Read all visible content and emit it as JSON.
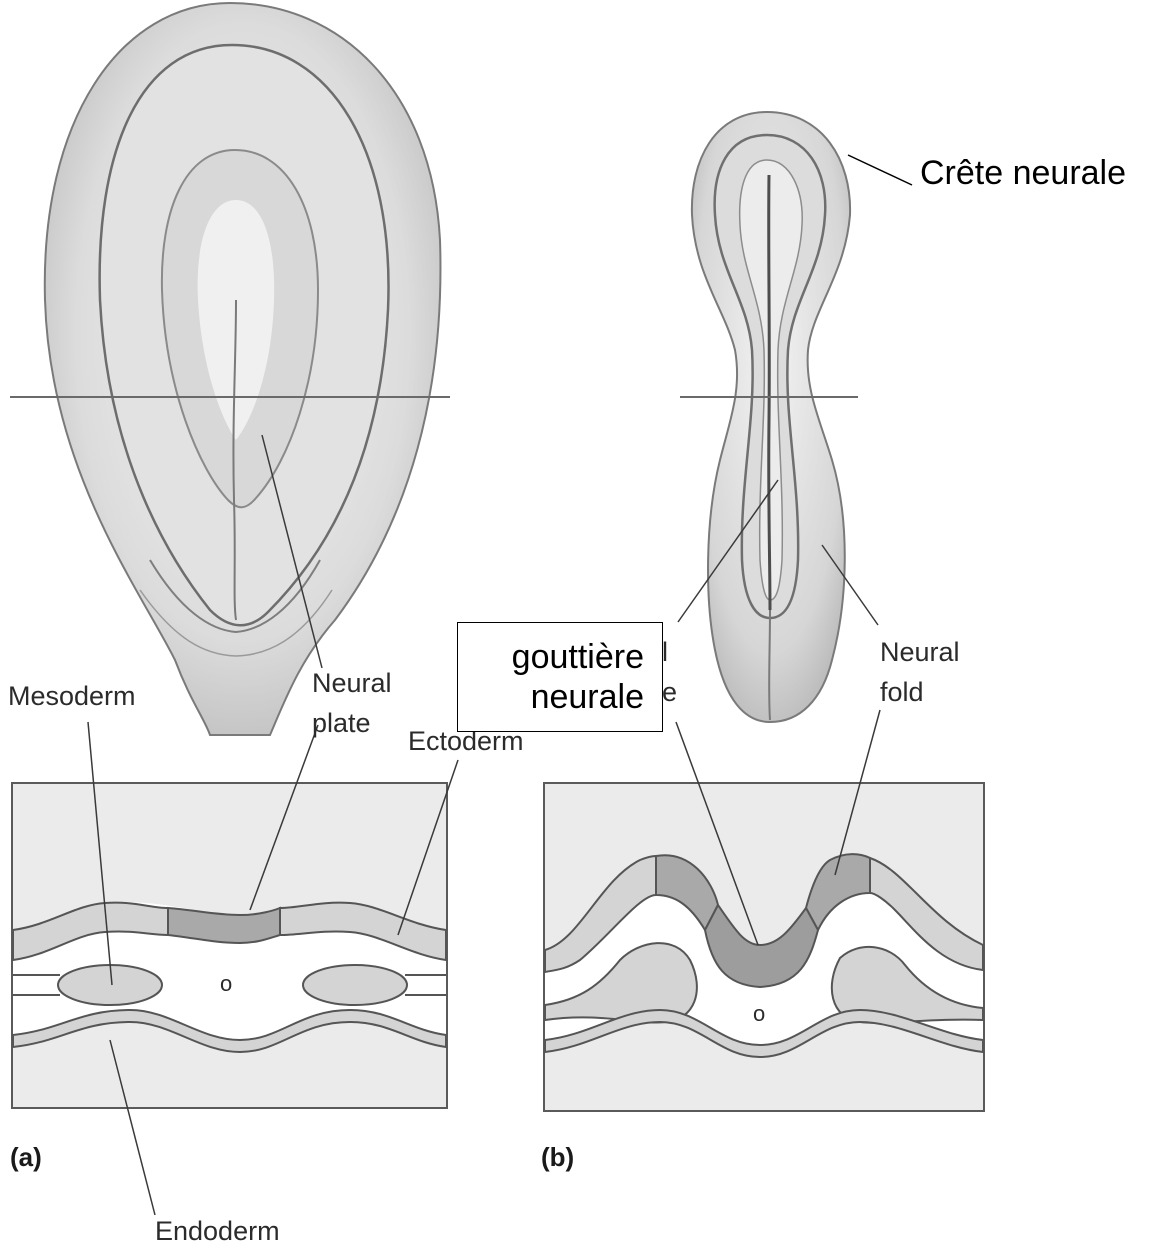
{
  "labels": {
    "mesoderm": "Mesoderm",
    "neural_plate_line1": "Neural",
    "neural_plate_line2": "plate",
    "ectoderm": "Ectoderm",
    "endoderm": "Endoderm",
    "neural_fold_line1": "Neural",
    "neural_fold_line2": "fold",
    "crete_neurale": "Crête neurale",
    "gouttiere_line1": "gouttière",
    "gouttiere_line2": "neurale",
    "hidden_fragment_1": "l",
    "hidden_fragment_2": "e",
    "panel_a": "(a)",
    "panel_b": "(b)",
    "notochord_a": "o",
    "notochord_b": "o"
  },
  "colors": {
    "section_bg": "#ebebeb",
    "layer_fill": "#d4d4d4",
    "neural_fill": "#a9a9a9",
    "line": "#555555",
    "embryo_fill": "#e6e6e6"
  }
}
